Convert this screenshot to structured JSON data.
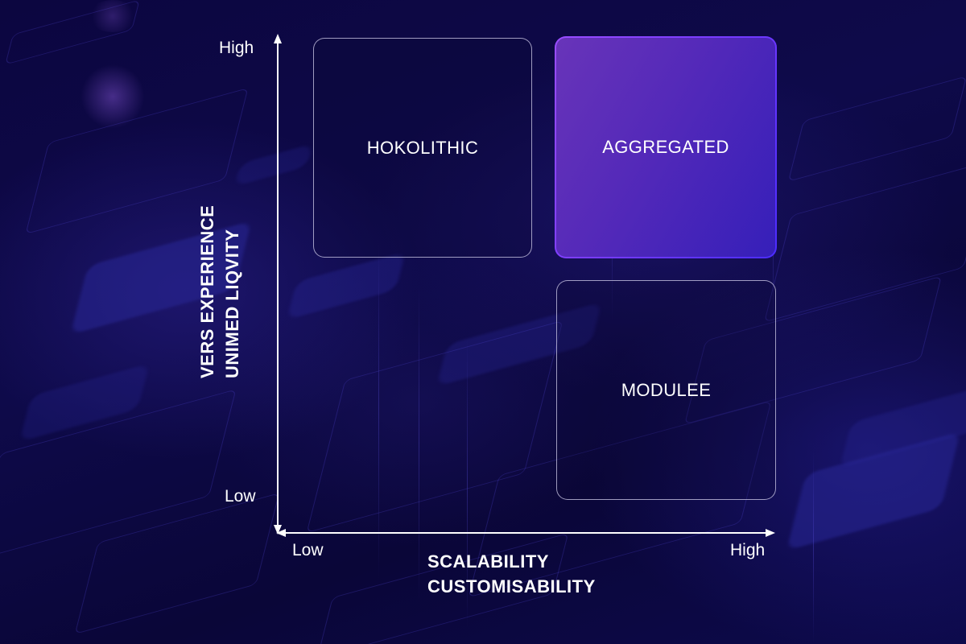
{
  "diagram": {
    "type": "quadrant-matrix",
    "y_axis": {
      "title_lines": [
        "VERS EXPERIENCE",
        "UNIMED LIQVITY"
      ],
      "high_label": "High",
      "low_label": "Low"
    },
    "x_axis": {
      "title_lines": [
        "SCALABILITY",
        "CUSTOMISABILITY"
      ],
      "low_label": "Low",
      "high_label": "High"
    },
    "quadrants": [
      {
        "position": "top-left",
        "label": "HOKOLITHIC",
        "highlighted": false
      },
      {
        "position": "top-right",
        "label": "AGGREGATED",
        "highlighted": true
      },
      {
        "position": "bottom-right",
        "label": "MODULEE",
        "highlighted": false
      }
    ]
  },
  "colors": {
    "background": "#0b0636",
    "axis": "#ffffff",
    "box_border": "#d2cdeb",
    "highlight_gradient_start": "#9a4dff",
    "highlight_gradient_end": "#4b2cff",
    "text": "#ffffff"
  }
}
